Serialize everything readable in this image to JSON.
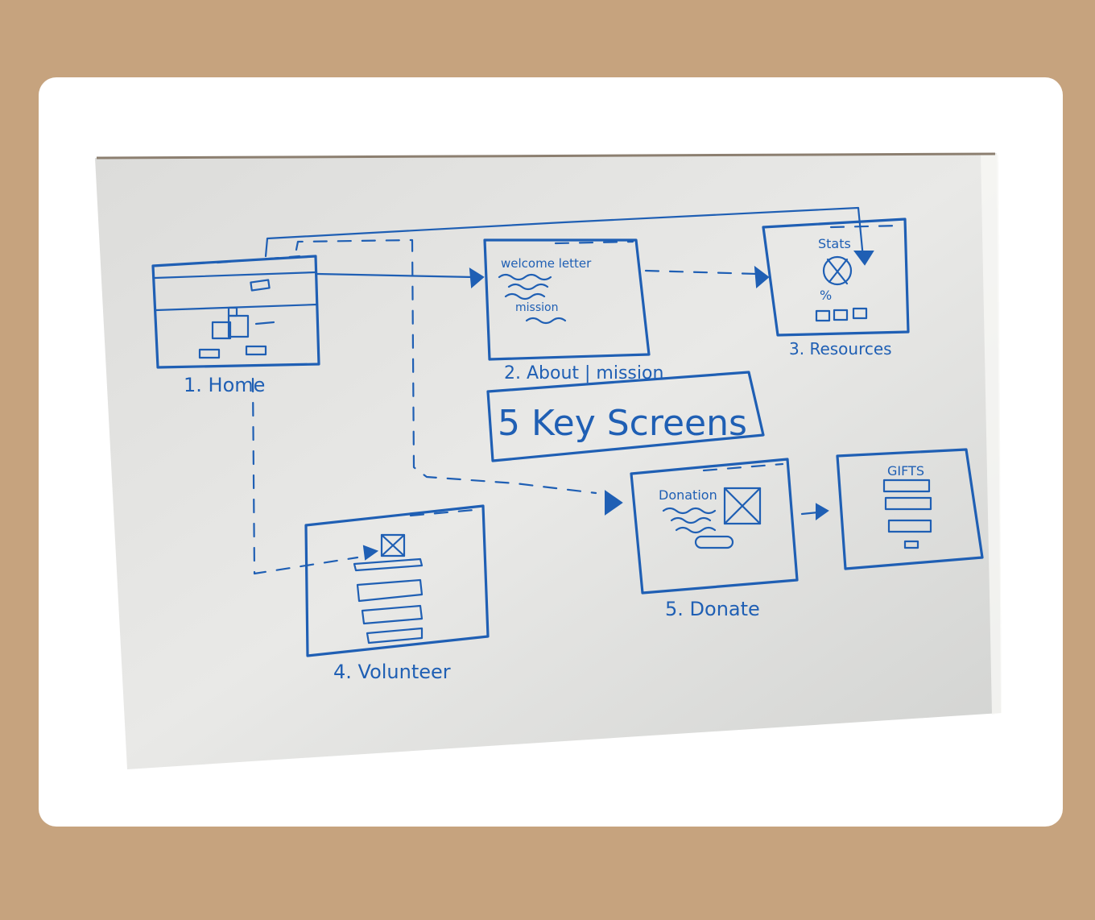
{
  "diagram": {
    "title": "5 Key Screens",
    "screens": [
      {
        "id": "home",
        "label": "1. Home"
      },
      {
        "id": "about",
        "label": "2. About | mission",
        "text_lines": [
          "welcome letter",
          "mission"
        ]
      },
      {
        "id": "resources",
        "label": "3. Resources",
        "text_lines": [
          "Stats",
          "%"
        ]
      },
      {
        "id": "volunteer",
        "label": "4. Volunteer"
      },
      {
        "id": "donate",
        "label": "5. Donate",
        "text_lines": [
          "Donation"
        ]
      },
      {
        "id": "gifts",
        "label": "",
        "text_lines": [
          "GIFTS"
        ]
      }
    ],
    "colors": {
      "background": "#c6a37e",
      "card": "#ffffff",
      "whiteboard": "#e6e6e3",
      "marker": "#1f5fb4"
    }
  }
}
